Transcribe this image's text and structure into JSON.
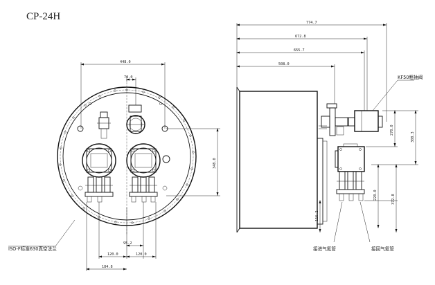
{
  "title": "CP-24H",
  "front_view": {
    "dims": {
      "overall_width": "448.0",
      "top_offset": "70.0",
      "vertical": "348.0",
      "small_gap": "95.2",
      "bottom_left": "120.0",
      "bottom_right": "120.0",
      "bottom_total": "184.8"
    },
    "flange_label": "ISO-F标准630真空法兰"
  },
  "side_view": {
    "dims": {
      "top_1": "774.7",
      "top_2": "672.8",
      "top_3": "655.7",
      "top_4": "508.0",
      "right_v1": "270.0",
      "right_v2": "308.3",
      "right_v3": "220.0",
      "right_v4": "372.8",
      "bottom_small": "116.2"
    },
    "valve_label": "KF50粗抽阀",
    "inlet_label": "接进气氦管",
    "return_label": "接回气氦管"
  },
  "colors": {
    "line": "#111111",
    "background": "#ffffff"
  }
}
